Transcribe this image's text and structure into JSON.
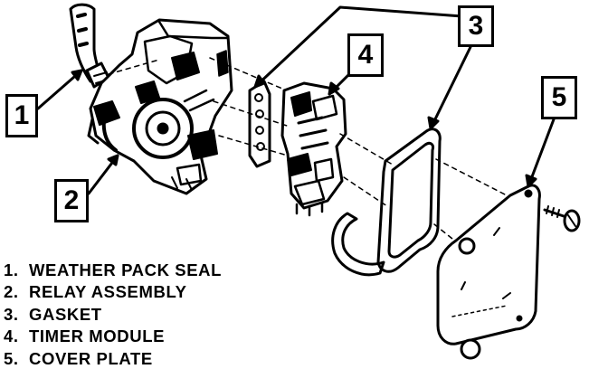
{
  "callouts": {
    "c1": "1",
    "c2": "2",
    "c3": "3",
    "c4": "4",
    "c5": "5"
  },
  "legend": [
    {
      "num": "1.",
      "label": "WEATHER PACK SEAL"
    },
    {
      "num": "2.",
      "label": "RELAY ASSEMBLY"
    },
    {
      "num": "3.",
      "label": "GASKET"
    },
    {
      "num": "4.",
      "label": "TIMER MODULE"
    },
    {
      "num": "5.",
      "label": "COVER PLATE"
    }
  ],
  "colors": {
    "ink": "#000000",
    "paper": "#ffffff"
  }
}
